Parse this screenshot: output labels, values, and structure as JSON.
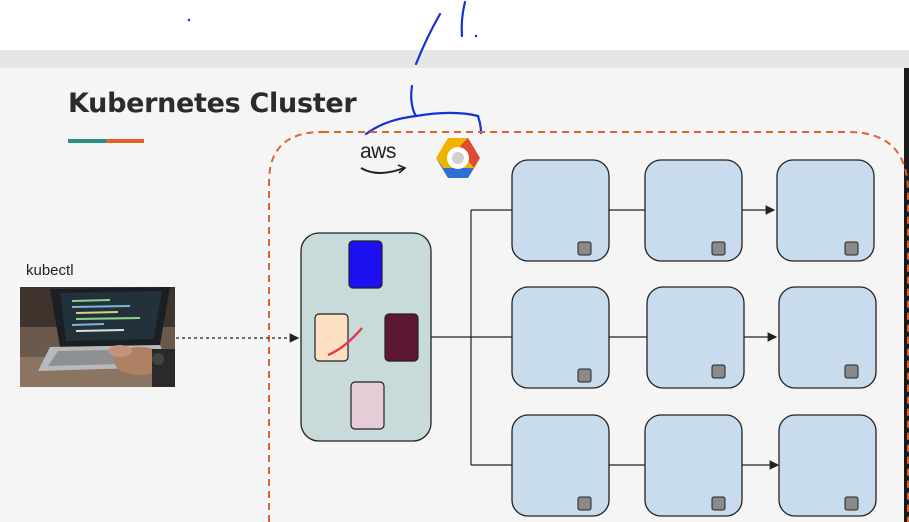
{
  "title": "Kubernetes Cluster",
  "client": {
    "label": "kubectl"
  },
  "providers": {
    "aws_label": "aws"
  },
  "colors": {
    "accent_teal": "#2b8f86",
    "accent_orange": "#e3622b",
    "cluster_border": "#e0642c",
    "node_fill": "#c8dced",
    "master_fill": "#c9dadb",
    "pen_ink": "#1631d6"
  },
  "icons": [
    "aws-logo",
    "google-cloud-logo",
    "laptop-photo"
  ]
}
